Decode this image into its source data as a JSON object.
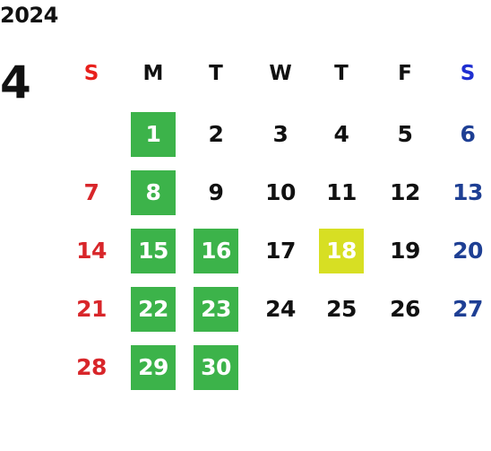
{
  "calendar": {
    "year": "2024",
    "month": "4",
    "weekdays": [
      {
        "label": "S",
        "color": "#e8201c"
      },
      {
        "label": "M",
        "color": "#111111"
      },
      {
        "label": "T",
        "color": "#111111"
      },
      {
        "label": "W",
        "color": "#111111"
      },
      {
        "label": "T",
        "color": "#111111"
      },
      {
        "label": "F",
        "color": "#111111"
      },
      {
        "label": "S",
        "color": "#1f2fd1"
      }
    ],
    "colors": {
      "sunday": "#d8262a",
      "saturday": "#1e3f94",
      "weekday": "#111111",
      "holiday_bg": "#3cb34a",
      "today_bg": "#d7df23",
      "highlight_text": "#ffffff"
    },
    "weeks": [
      [
        null,
        {
          "day": "1",
          "mark": "holiday"
        },
        {
          "day": "2"
        },
        {
          "day": "3"
        },
        {
          "day": "4"
        },
        {
          "day": "5"
        },
        {
          "day": "6"
        }
      ],
      [
        {
          "day": "7"
        },
        {
          "day": "8",
          "mark": "holiday"
        },
        {
          "day": "9"
        },
        {
          "day": "10"
        },
        {
          "day": "11"
        },
        {
          "day": "12"
        },
        {
          "day": "13"
        }
      ],
      [
        {
          "day": "14"
        },
        {
          "day": "15",
          "mark": "holiday"
        },
        {
          "day": "16",
          "mark": "holiday"
        },
        {
          "day": "17"
        },
        {
          "day": "18",
          "mark": "today"
        },
        {
          "day": "19"
        },
        {
          "day": "20"
        }
      ],
      [
        {
          "day": "21"
        },
        {
          "day": "22",
          "mark": "holiday"
        },
        {
          "day": "23",
          "mark": "holiday"
        },
        {
          "day": "24"
        },
        {
          "day": "25"
        },
        {
          "day": "26"
        },
        {
          "day": "27"
        }
      ],
      [
        {
          "day": "28"
        },
        {
          "day": "29",
          "mark": "holiday"
        },
        {
          "day": "30",
          "mark": "holiday"
        },
        null,
        null,
        null,
        null
      ]
    ]
  }
}
